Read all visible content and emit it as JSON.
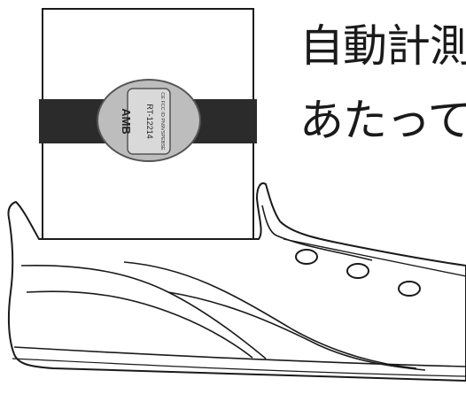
{
  "caption": {
    "line1": "自動計測",
    "line2": "あたって"
  },
  "transponder": {
    "brand": "AMB",
    "code": "RT-12214",
    "cert_marks": "CE  FCC ID PN9VSPEBSE"
  },
  "colors": {
    "ink": "#1a1a1a",
    "strap": "#2b2b2b",
    "transponder_body": "#bdbdbd",
    "transponder_plate": "#d9d9d9",
    "background": "#ffffff"
  }
}
